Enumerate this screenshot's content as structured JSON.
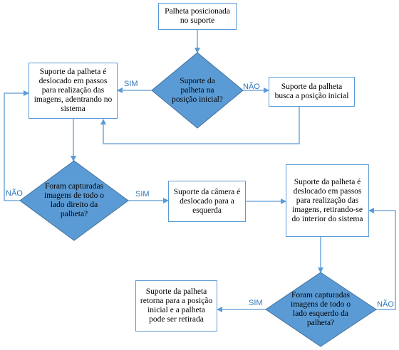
{
  "colors": {
    "stroke": "#5b9bd5",
    "diamond_fill": "#5b9bd5",
    "label": "#2e75b6"
  },
  "nodes": {
    "start": "Palheta posicionada no suporte",
    "q_initial": "Suporte da palheta na posição inicial?",
    "move_in": "Suporte da palheta é deslocado em passos para realização das imagens, adentrando no sistema",
    "seek_initial": "Suporte da palheta busca a posição inicial",
    "q_right": "Foram capturadas imagens de todo o lado direito da palheta?",
    "camera_left": "Suporte da câmera é deslocado para a esquerda",
    "move_out": "Suporte da palheta é deslocado em passos para realização das imagens, retirando-se do interior do sistema",
    "q_left": "Foram capturadas imagens de todo o lado esquerdo da palheta?",
    "end": "Suporte da palheta retorna para a posição inicial e a palheta pode ser retirada"
  },
  "labels": {
    "initial_yes": "SIM",
    "initial_no": "NÃO",
    "right_no": "NÃO",
    "right_yes": "SIM",
    "left_yes": "SIM",
    "left_no": "NÃO"
  }
}
